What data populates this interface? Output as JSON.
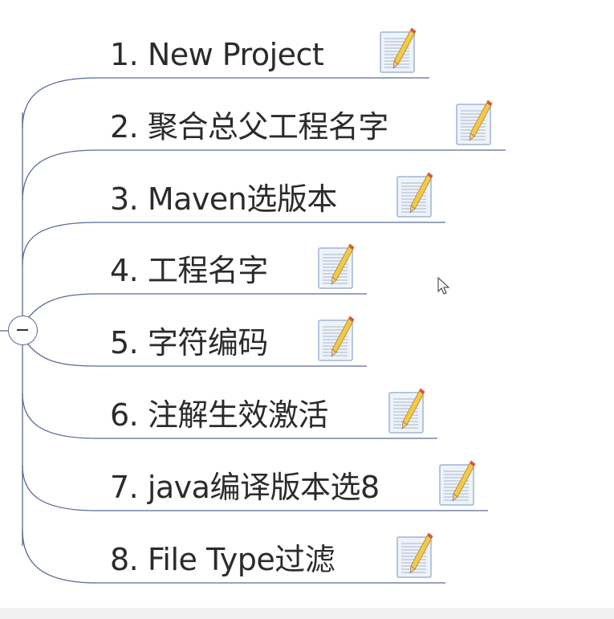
{
  "mindmap": {
    "root": {
      "collapse_symbol": "−",
      "state": "expanded"
    },
    "line_color": "#5a6a95",
    "topics": [
      {
        "label": "1. New Project",
        "note_icon": "note-pencil-icon"
      },
      {
        "label": "2. 聚合总父工程名字",
        "note_icon": "note-pencil-icon"
      },
      {
        "label": "3. Maven选版本",
        "note_icon": "note-pencil-icon"
      },
      {
        "label": "4. 工程名字",
        "note_icon": "note-pencil-icon"
      },
      {
        "label": "5. 字符编码",
        "note_icon": "note-pencil-icon"
      },
      {
        "label": "6. 注解生效激活",
        "note_icon": "note-pencil-icon"
      },
      {
        "label": "7. java编译版本选8",
        "note_icon": "note-pencil-icon"
      },
      {
        "label": "8. File Type过滤",
        "note_icon": "note-pencil-icon"
      }
    ]
  }
}
